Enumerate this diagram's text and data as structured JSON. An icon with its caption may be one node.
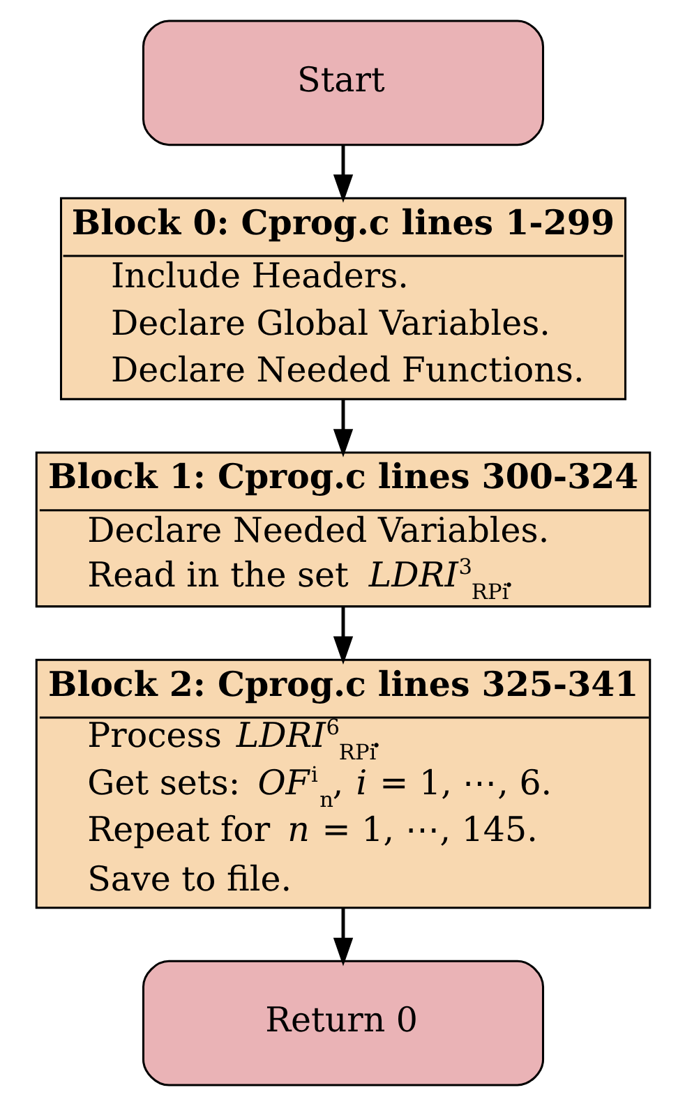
{
  "diagram": {
    "nodes": [
      {
        "text": [
          "Start"
        ]
      },
      {
        "text": [
          "Block 0: Cprog.c lines 1-299",
          "Include Headers.",
          "Declare Global Variables.",
          "Declare Needed Functions."
        ]
      },
      {
        "text": [
          "Block 1: Cprog.c lines 300-324",
          "Declare Needed Variables.",
          "Read in the set *LDRI*$^{3}$$_{RPi}$."
        ]
      },
      {
        "text": [
          "Block 2: Cprog.c lines 325-341",
          "Process *LDRI*$^{6}$$_{RPi}$.",
          "Get sets: *OF*$^{i}$$_{n}$, *i* = 1, ⋯, 6.",
          "Repeat for *n* = 1, ⋯, 145.",
          "Save to file."
        ]
      },
      {
        "text": [
          "Return 0"
        ]
      }
    ],
    "edges": [
      {
        "from": 0,
        "to": 1,
        "arrow": "to"
      },
      {
        "from": 1,
        "to": 2,
        "arrow": "to"
      },
      {
        "from": 2,
        "to": 3,
        "arrow": "to"
      },
      {
        "from": 3,
        "to": 4,
        "arrow": "to"
      }
    ]
  }
}
